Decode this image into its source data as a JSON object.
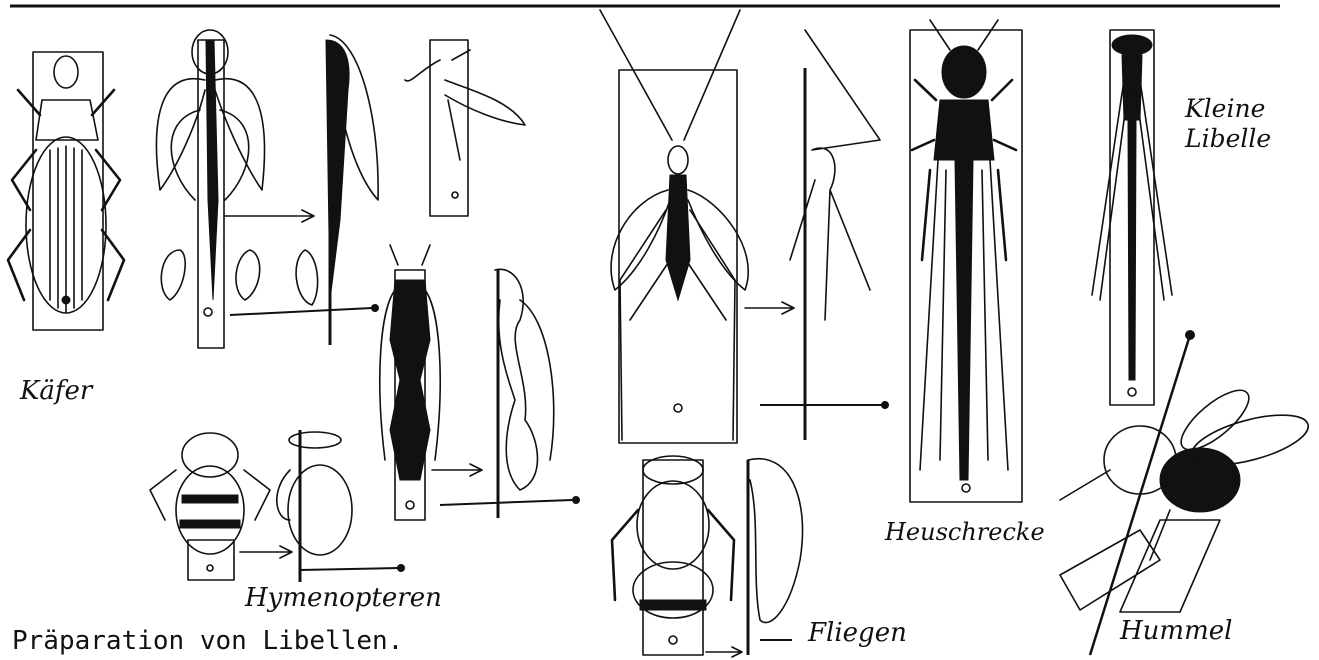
{
  "labels": {
    "kaefer": "Käfer",
    "hymenopteren": "Hymenopteren",
    "fliegen": "Fliegen",
    "heuschrecke": "Heuschrecke",
    "kleine_libelle_line1": "Kleine",
    "kleine_libelle_line2": "Libelle",
    "hummel": "Hummel"
  },
  "caption": "Präparation von Libellen."
}
